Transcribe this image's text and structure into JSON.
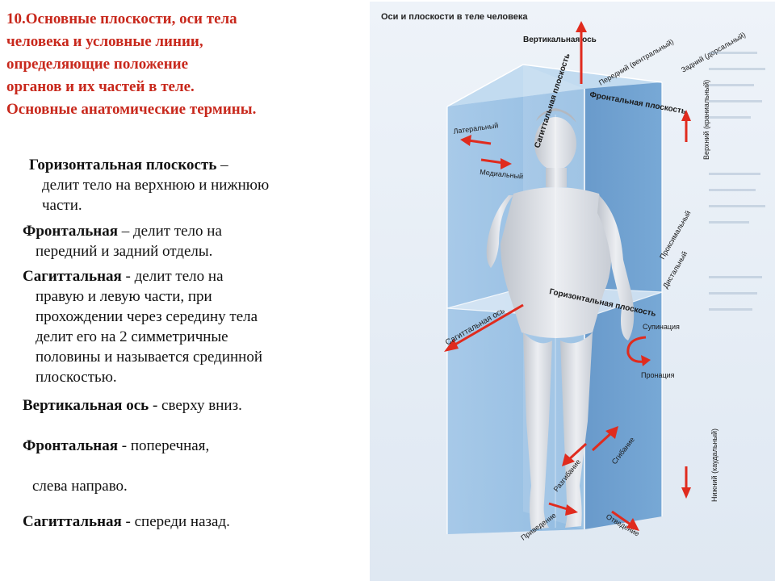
{
  "slide": {
    "title_lines": [
      "10.Основные плоскости, оси тела",
      "человека и условные линии,",
      "определяющие положение",
      "органов и их частей в теле.",
      "Основные анатомические термины."
    ],
    "definitions": [
      {
        "term": "Горизонтальная плоскость",
        "sep": " –",
        "lines": [
          "делит тело на верхнюю и нижнюю",
          "части."
        ]
      },
      {
        "term": "Фронтальная",
        "sep": " – делит тело на",
        "lines": [
          "передний и задний отделы."
        ]
      },
      {
        "term": "Сагиттальная",
        "sep": " - делит тело на",
        "lines": [
          "правую и левую части, при",
          "прохождении через середину тела",
          "делит его на 2 симметричные",
          "половины и называется срединной",
          "плоскостью."
        ]
      },
      {
        "term": "Вертикальная ось",
        "sep": " - сверху вниз."
      },
      {
        "term": "Фронтальная",
        "sep": " - поперечная,"
      },
      {
        "text": "слева направо."
      },
      {
        "term": "Сагиттальная",
        "sep": " - спереди назад."
      }
    ]
  },
  "figure": {
    "header": "Оси и плоскости в теле человека",
    "labels": {
      "vertical_axis": "Вертикальная ось",
      "sagittal_axis": "Сагиттальная ось",
      "sagittal_plane": "Сагиттальная плоскость",
      "frontal_plane": "Фронтальная плоскость",
      "horizontal_plane": "Горизонтальная плоскость",
      "anterior": "Передний (вентральный)",
      "posterior": "Задний (дорсальный)",
      "superior": "Верхний (краниальный)",
      "inferior": "Нижний (каудальный)",
      "lateral": "Латеральный",
      "medial": "Медиальный",
      "proximal": "Проксимальный",
      "distal": "Дистальный",
      "supination": "Супинация",
      "pronation": "Пронация",
      "extension": "Разгибание",
      "flexion": "Сгибание",
      "adduction": "Приведение",
      "abduction": "Отведение"
    },
    "colors": {
      "box": "#7fb0dc",
      "box_dark": "#5d8fc2",
      "arrow": "#e02b1e",
      "body": "#e4e6ea"
    }
  }
}
